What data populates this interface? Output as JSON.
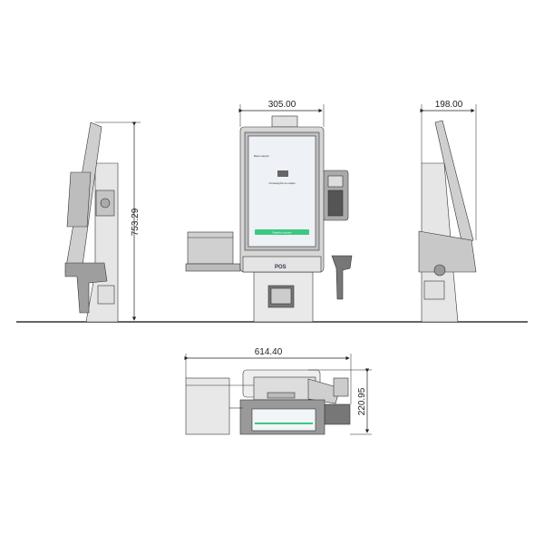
{
  "dimensions": {
    "front_width": "305.00",
    "side_depth": "198.00",
    "height": "753.29",
    "top_width": "614.40",
    "top_depth": "220.95"
  },
  "screen": {
    "title": "Ваши покупки",
    "prompt": "Отсканируйте на товаре",
    "pay_button": "Перейти к оплате"
  },
  "logo": "POS",
  "colors": {
    "line": "#333333",
    "accent_green": "#3cc882",
    "body": "#d9d9d9",
    "screen_bg": "#eef2f6"
  }
}
